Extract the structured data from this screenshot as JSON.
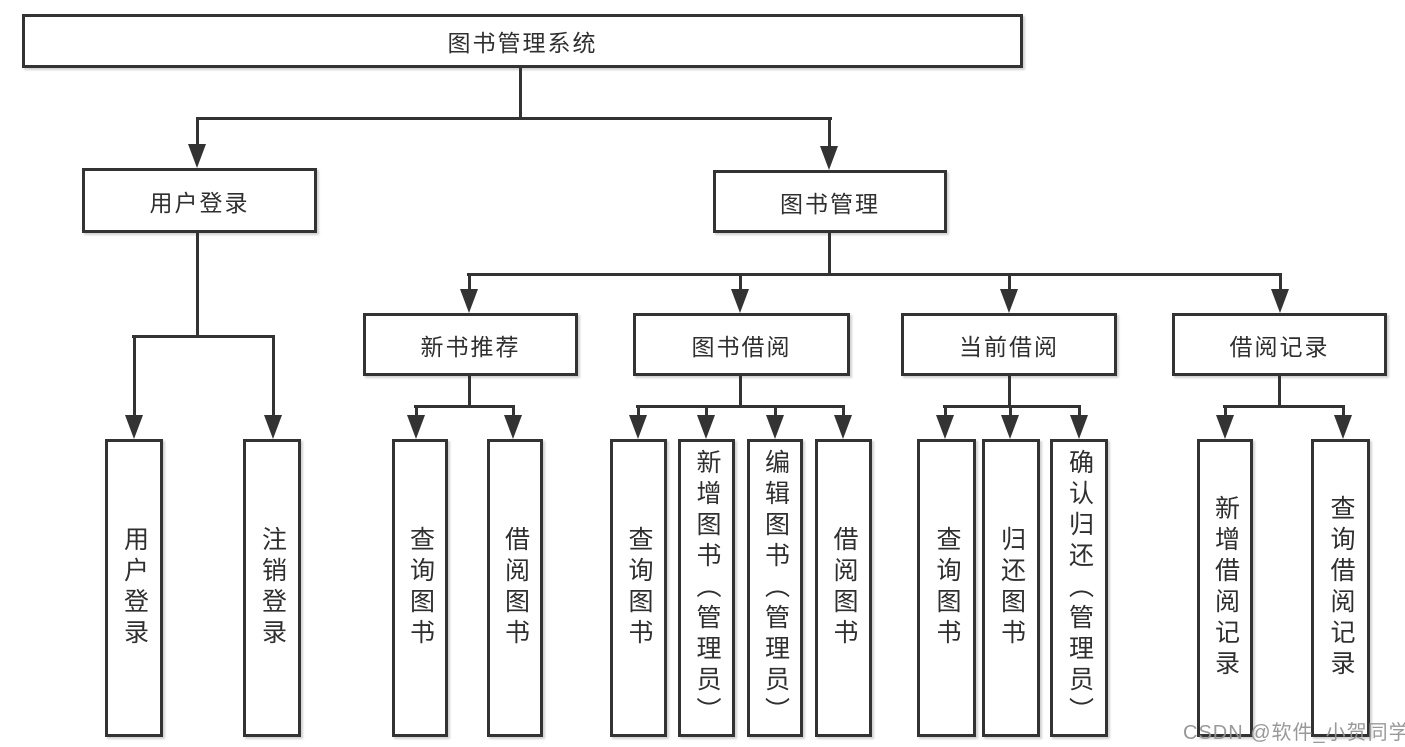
{
  "tree": {
    "label": "图书管理系统",
    "children": [
      {
        "label": "用户登录",
        "children": [
          {
            "label": "用户登录"
          },
          {
            "label": "注销登录"
          }
        ]
      },
      {
        "label": "图书管理",
        "children": [
          {
            "label": "新书推荐",
            "children": [
              {
                "label": "查询图书"
              },
              {
                "label": "借阅图书"
              }
            ]
          },
          {
            "label": "图书借阅",
            "children": [
              {
                "label": "查询图书"
              },
              {
                "label": "新增图书（管理员）"
              },
              {
                "label": "编辑图书（管理员）"
              },
              {
                "label": "借阅图书"
              }
            ]
          },
          {
            "label": "当前借阅",
            "children": [
              {
                "label": "查询图书"
              },
              {
                "label": "归还图书"
              },
              {
                "label": "确认归还（管理员）"
              }
            ]
          },
          {
            "label": "借阅记录",
            "children": [
              {
                "label": "新增借阅记录"
              },
              {
                "label": "查询借阅记录"
              }
            ]
          }
        ]
      }
    ]
  },
  "watermark": "CSDN @软件_小贺同学",
  "colors": {
    "line": "#333333",
    "text": "#2f2f2f",
    "watermark": "#949494",
    "background": "#ffffff"
  }
}
